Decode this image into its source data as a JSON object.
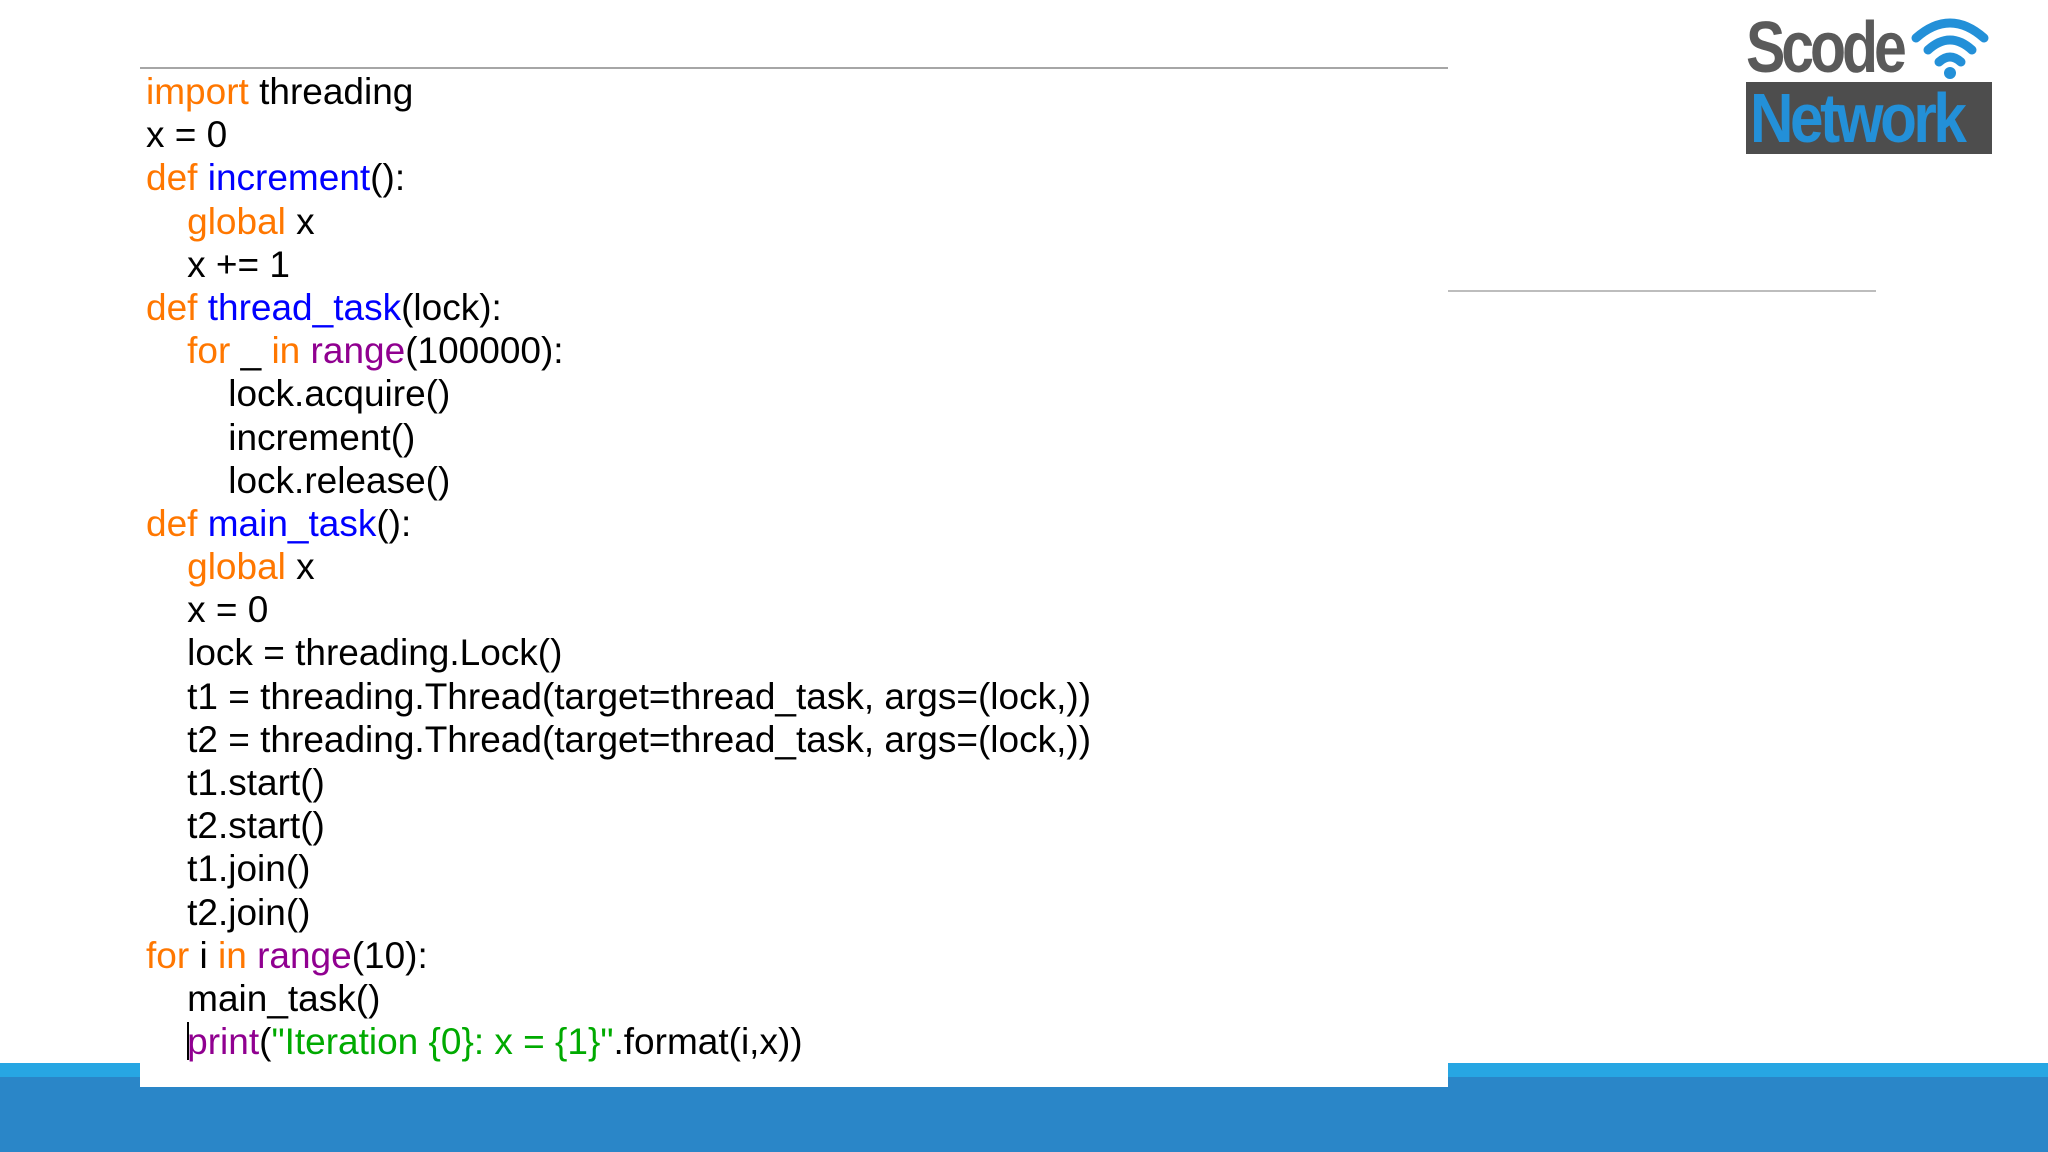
{
  "logo": {
    "top_text": "Scode",
    "bottom_text": "Network",
    "icon": "wifi-icon",
    "colors": {
      "top": "#5a5a5a",
      "bottom_bg": "#4d4d4d",
      "bottom_text": "#2390d8",
      "wifi": "#2390d8"
    }
  },
  "colors": {
    "keyword": "#ff7700",
    "function_name": "#0000ff",
    "builtin": "#900090",
    "string": "#00aa00",
    "text": "#000000",
    "band_light": "#27a6e3",
    "band_dark": "#2a86c8"
  },
  "code": {
    "lines": [
      [
        {
          "t": "kw",
          "v": "import"
        },
        {
          "t": "plain",
          "v": " threading"
        }
      ],
      [
        {
          "t": "plain",
          "v": "x = 0"
        }
      ],
      [
        {
          "t": "kw",
          "v": "def"
        },
        {
          "t": "plain",
          "v": " "
        },
        {
          "t": "fn",
          "v": "increment"
        },
        {
          "t": "plain",
          "v": "():"
        }
      ],
      [
        {
          "t": "plain",
          "v": "    "
        },
        {
          "t": "kw",
          "v": "global"
        },
        {
          "t": "plain",
          "v": " x"
        }
      ],
      [
        {
          "t": "plain",
          "v": "    x += 1"
        }
      ],
      [
        {
          "t": "kw",
          "v": "def"
        },
        {
          "t": "plain",
          "v": " "
        },
        {
          "t": "fn",
          "v": "thread_task"
        },
        {
          "t": "plain",
          "v": "(lock):"
        }
      ],
      [
        {
          "t": "plain",
          "v": "    "
        },
        {
          "t": "kw",
          "v": "for"
        },
        {
          "t": "plain",
          "v": " _ "
        },
        {
          "t": "kw",
          "v": "in"
        },
        {
          "t": "plain",
          "v": " "
        },
        {
          "t": "bi",
          "v": "range"
        },
        {
          "t": "plain",
          "v": "(100000):"
        }
      ],
      [
        {
          "t": "plain",
          "v": "        lock.acquire()"
        }
      ],
      [
        {
          "t": "plain",
          "v": "        increment()"
        }
      ],
      [
        {
          "t": "plain",
          "v": "        lock.release()"
        }
      ],
      [
        {
          "t": "kw",
          "v": "def"
        },
        {
          "t": "plain",
          "v": " "
        },
        {
          "t": "fn",
          "v": "main_task"
        },
        {
          "t": "plain",
          "v": "():"
        }
      ],
      [
        {
          "t": "plain",
          "v": "    "
        },
        {
          "t": "kw",
          "v": "global"
        },
        {
          "t": "plain",
          "v": " x"
        }
      ],
      [
        {
          "t": "plain",
          "v": "    x = 0"
        }
      ],
      [
        {
          "t": "plain",
          "v": "    lock = threading.Lock()"
        }
      ],
      [
        {
          "t": "plain",
          "v": "    t1 = threading.Thread(target=thread_task, args=(lock,))"
        }
      ],
      [
        {
          "t": "plain",
          "v": "    t2 = threading.Thread(target=thread_task, args=(lock,))"
        }
      ],
      [
        {
          "t": "plain",
          "v": "    t1.start()"
        }
      ],
      [
        {
          "t": "plain",
          "v": "    t2.start()"
        }
      ],
      [
        {
          "t": "plain",
          "v": "    t1.join()"
        }
      ],
      [
        {
          "t": "plain",
          "v": "    t2.join()"
        }
      ],
      [
        {
          "t": "kw",
          "v": "for"
        },
        {
          "t": "plain",
          "v": " i "
        },
        {
          "t": "kw",
          "v": "in"
        },
        {
          "t": "plain",
          "v": " "
        },
        {
          "t": "bi",
          "v": "range"
        },
        {
          "t": "plain",
          "v": "(10):"
        }
      ],
      [
        {
          "t": "plain",
          "v": "    main_task()"
        }
      ],
      [
        {
          "t": "plain",
          "v": "    "
        },
        {
          "t": "caret",
          "v": ""
        },
        {
          "t": "bi",
          "v": "print"
        },
        {
          "t": "plain",
          "v": "("
        },
        {
          "t": "str",
          "v": "\"Iteration {0}: x = {1}\""
        },
        {
          "t": "plain",
          "v": ".format(i,x))"
        }
      ]
    ]
  }
}
